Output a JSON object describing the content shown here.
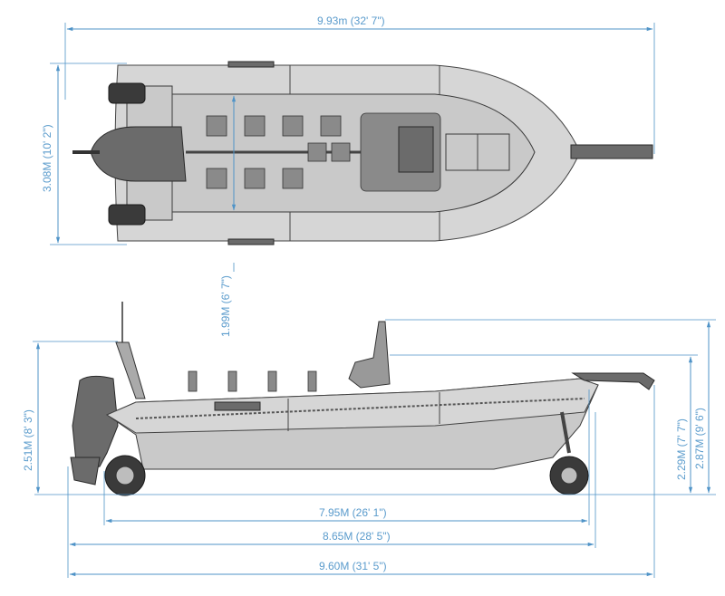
{
  "top_view": {
    "overall_length": "9.93m (32' 7\")",
    "beam": "3.08M (10' 2\")",
    "inner_beam": "1.99M (6' 7\")"
  },
  "side_view": {
    "height_at_stern": "2.51M (8' 3\")",
    "height_at_console": "2.29M (7' 7\")",
    "max_height": "2.87M (9' 6\")",
    "hull_length": "7.95M (26' 1\")",
    "length_with_wheels": "8.65M (28' 5\")",
    "overall_length": "9.60M (31' 5\")"
  },
  "colors": {
    "dimension": "#4f93c7",
    "hull": "#c9c9c9"
  }
}
